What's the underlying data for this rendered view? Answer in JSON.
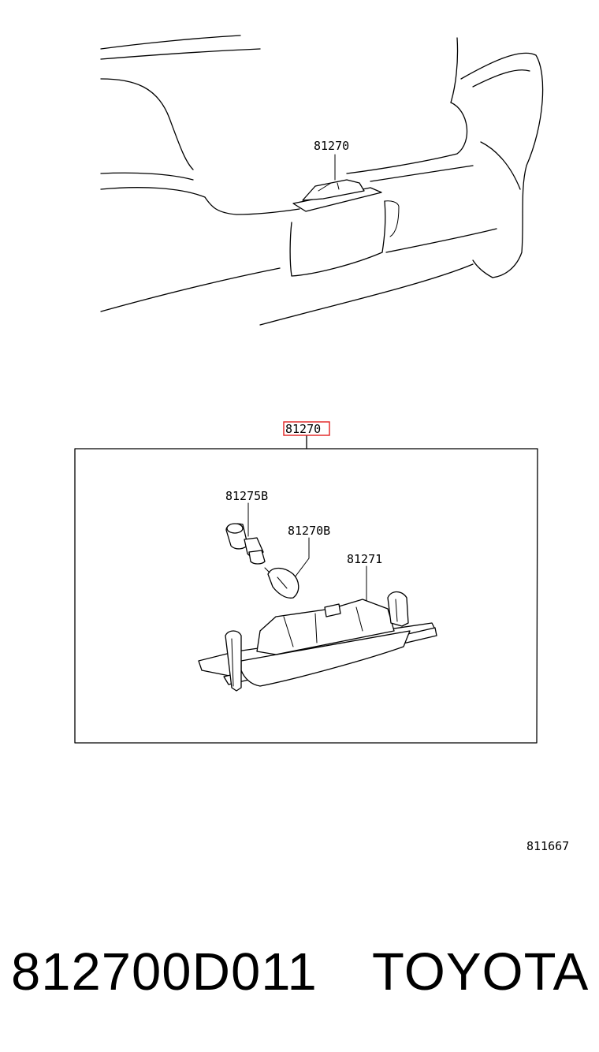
{
  "diagram": {
    "overview_callout": "81270",
    "detail_callout": "81270",
    "detail_callout_highlight_color": "#e02020",
    "parts": {
      "socket": "81275B",
      "bulb": "81270B",
      "lamp_housing": "81271"
    },
    "figure_number": "811667"
  },
  "caption": {
    "part_number": "812700D011",
    "brand": "TOYOTA"
  }
}
